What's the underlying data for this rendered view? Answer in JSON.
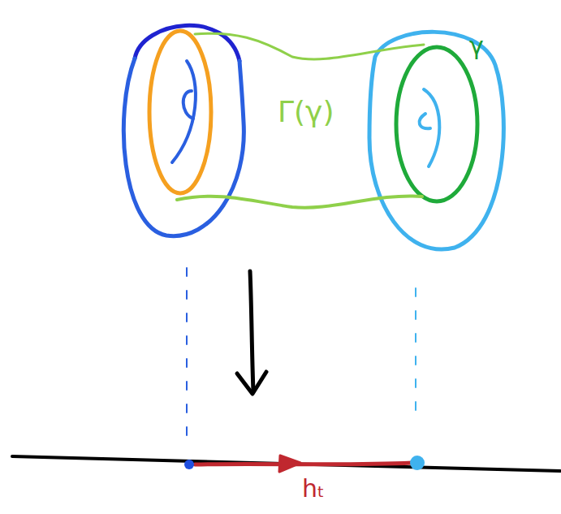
{
  "diagram": {
    "labels": [
      "Γ(γ)",
      "γ",
      "hₜ"
    ]
  }
}
